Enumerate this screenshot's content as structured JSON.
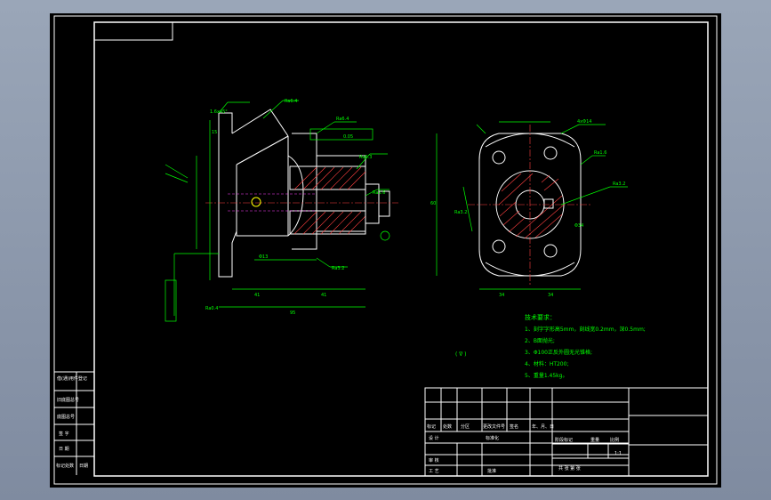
{
  "drawing": {
    "tech_requirements": {
      "title": "技术要求：",
      "items": [
        "1、刻字字形高5mm，刻线宽0.2mm，深0.5mm;",
        "2、B面抛光;",
        "3、Φ100正反外圆无光锥格;",
        "4、材料：HT200;",
        "5、重量1.45kg。"
      ]
    },
    "roughness_note": "( ∇ )",
    "roughness_labels": [
      "Ra6.4",
      "Ra6.4",
      "Ra6.3",
      "Ra1.6",
      "Ra3.2",
      "Ra0.4",
      "Ra1.6",
      "Ra3.2",
      "Ra3.2"
    ],
    "dimension_labels": {
      "d1": "1.6x45°",
      "d2": "15",
      "d3": "41",
      "d4": "41",
      "d5": "95",
      "d6": "Φ13",
      "d7": "60",
      "d8": "34",
      "d9": "34",
      "d10": "4xΦ14",
      "d11": "Φ34",
      "d12": "0.05"
    },
    "left_panel": {
      "rows": [
        "借(通)用件登记",
        "旧底图总号",
        "底图总号",
        "签 字",
        "日 期"
      ],
      "bottom_labels": [
        "标记处数",
        "日期"
      ]
    },
    "title_block": {
      "header_row": [
        "标记",
        "处数",
        "分区",
        "更改文件号",
        "签名",
        "年、月、日"
      ],
      "row_design": "设 计",
      "row_standard": "标准化",
      "row_review": "审 核",
      "row_process": "工 艺",
      "row_approve": "批准",
      "stage_labels": [
        "阶段标记",
        "重量",
        "比例"
      ],
      "scale": "1:1",
      "sheet_info": "共   张   第   张"
    }
  }
}
